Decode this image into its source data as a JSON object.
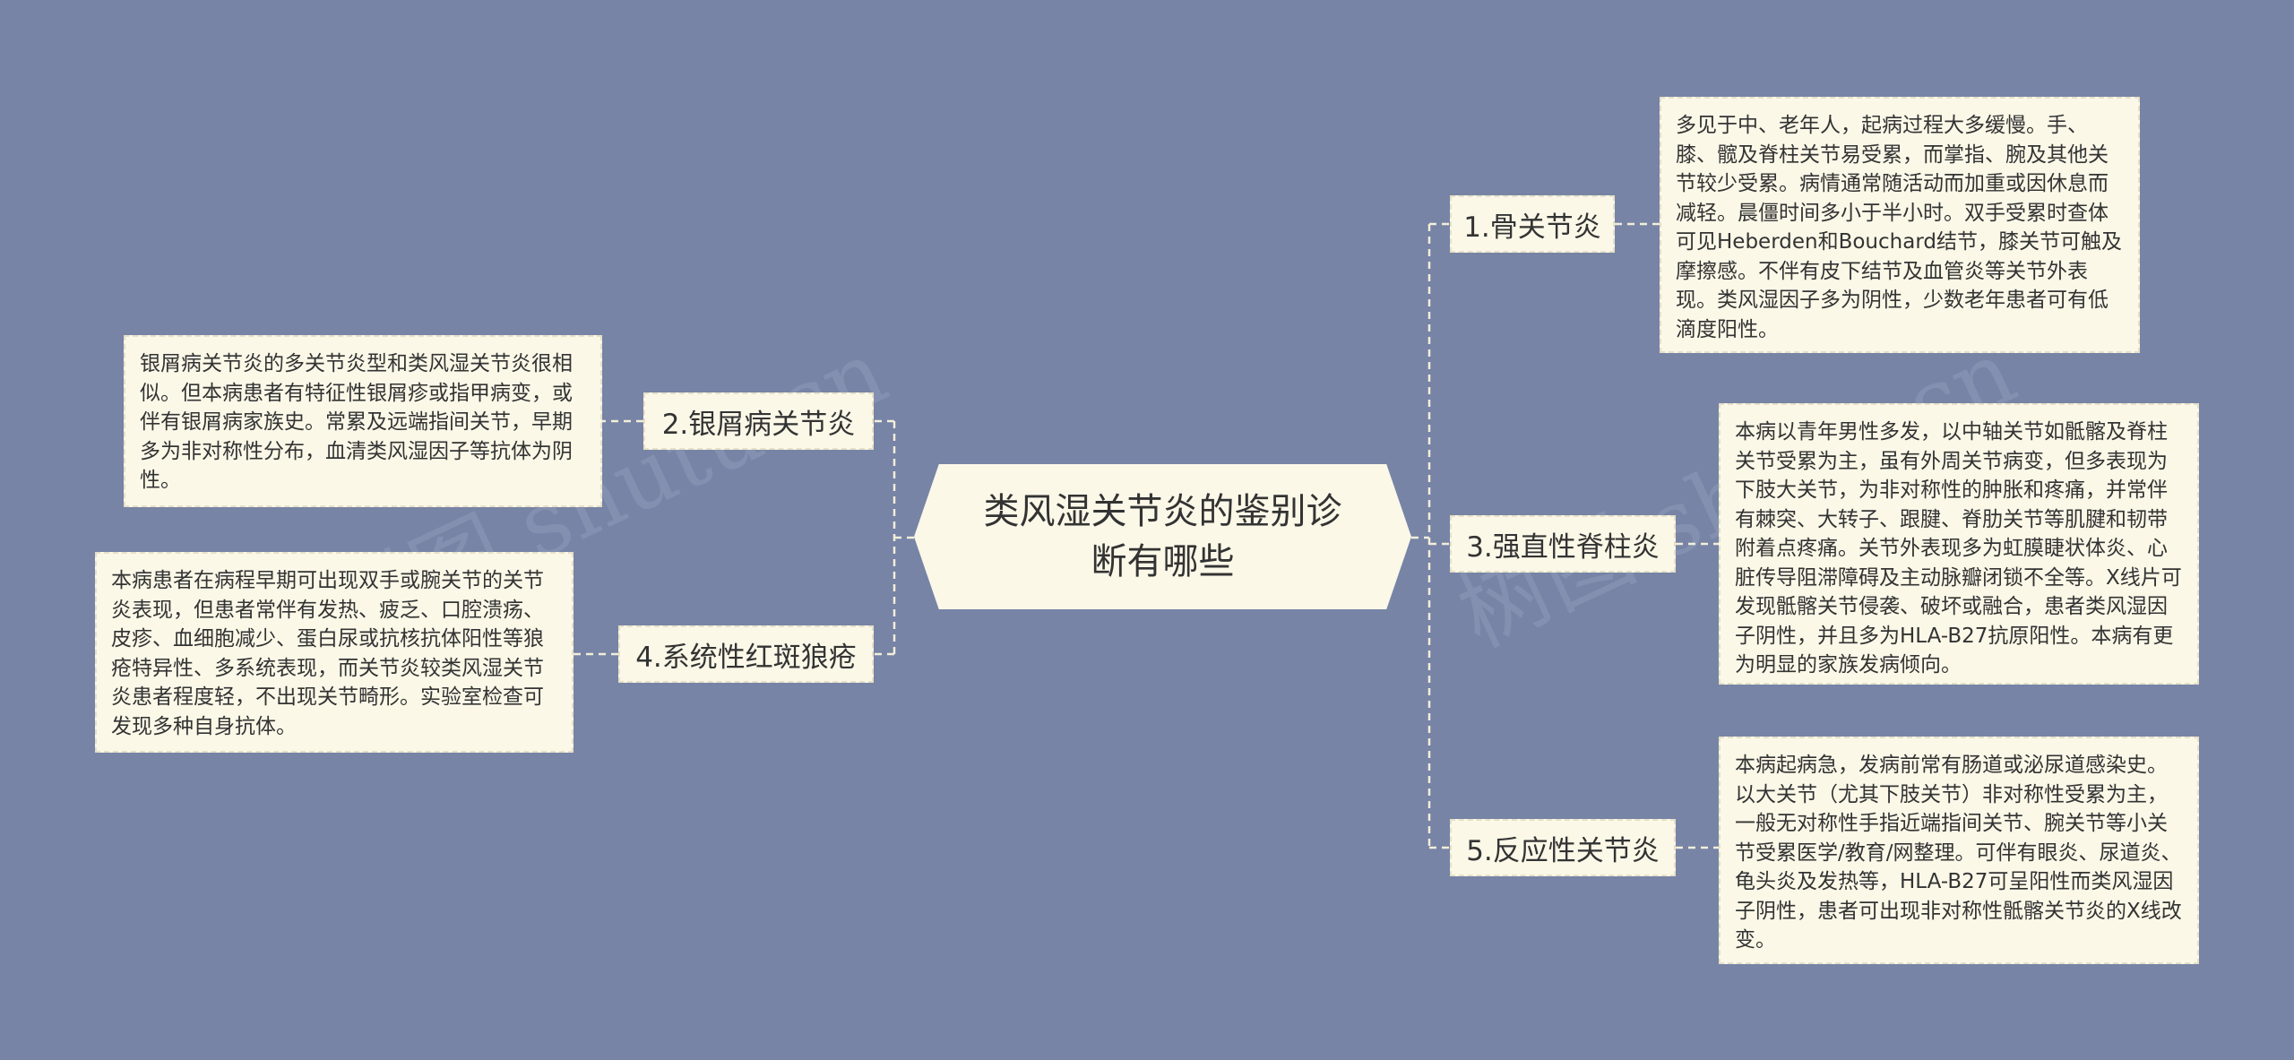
{
  "center": "类风湿关节炎的鉴别诊断有哪些",
  "branches": {
    "b1": {
      "label": "1.骨关节炎",
      "text": "多见于中、老年人，起病过程大多缓慢。手、膝、髋及脊柱关节易受累，而掌指、腕及其他关节较少受累。病情通常随活动而加重或因休息而减轻。晨僵时间多小于半小时。双手受累时查体可见Heberden和Bouchard结节，膝关节可触及摩擦感。不伴有皮下结节及血管炎等关节外表现。类风湿因子多为阴性，少数老年患者可有低滴度阳性。"
    },
    "b2": {
      "label": "2.银屑病关节炎",
      "text": "银屑病关节炎的多关节炎型和类风湿关节炎很相似。但本病患者有特征性银屑疹或指甲病变，或伴有银屑病家族史。常累及远端指间关节，早期多为非对称性分布，血清类风湿因子等抗体为阴性。"
    },
    "b3": {
      "label": "3.强直性脊柱炎",
      "text": "本病以青年男性多发，以中轴关节如骶髂及脊柱关节受累为主，虽有外周关节病变，但多表现为下肢大关节，为非对称性的肿胀和疼痛，并常伴有棘突、大转子、跟腱、脊肋关节等肌腱和韧带附着点疼痛。关节外表现多为虹膜睫状体炎、心脏传导阻滞障碍及主动脉瓣闭锁不全等。X线片可发现骶髂关节侵袭、破坏或融合，患者类风湿因子阴性，并且多为HLA-B27抗原阳性。本病有更为明显的家族发病倾向。"
    },
    "b4": {
      "label": "4.系统性红斑狼疮",
      "text": "本病患者在病程早期可出现双手或腕关节的关节炎表现，但患者常伴有发热、疲乏、口腔溃疡、皮疹、血细胞减少、蛋白尿或抗核抗体阳性等狼疮特异性、多系统表现，而关节炎较类风湿关节炎患者程度轻，不出现关节畸形。实验室检查可发现多种自身抗体。"
    },
    "b5": {
      "label": "5.反应性关节炎",
      "text": "本病起病急，发病前常有肠道或泌尿道感染史。以大关节（尤其下肢关节）非对称性受累为主，一般无对称性手指近端指间关节、腕关节等小关节受累医学/教育/网整理。可伴有眼炎、尿道炎、龟头炎及发热等，HLA-B27可呈阳性而类风湿因子阴性，患者可出现非对称性骶髂关节炎的X线改变。"
    }
  },
  "watermarks": [
    "树图 shutu.cn",
    "树图 shutu.cn"
  ],
  "colors": {
    "background": "#7784a6",
    "node": "#fbf8e8",
    "connector": "#f2eed8"
  }
}
